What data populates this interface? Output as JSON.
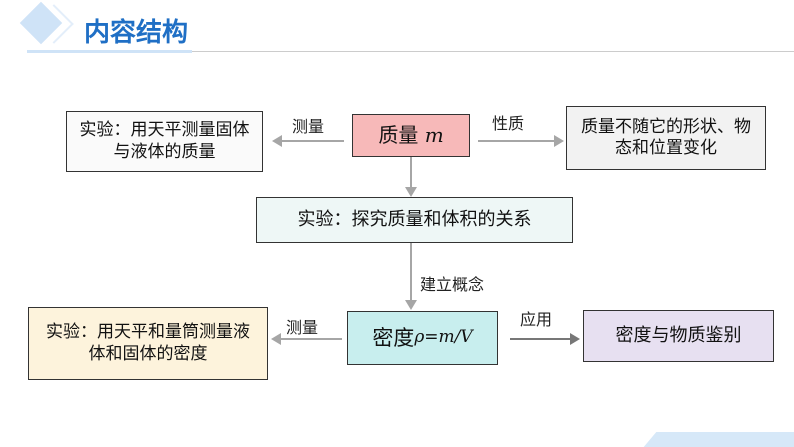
{
  "header": {
    "title": "内容结构"
  },
  "nodes": {
    "mass": {
      "label": "质量",
      "symbol": "m"
    },
    "exp_mass": "实验：用天平测量固体与液体的质量",
    "property": "质量不随它的形状、物态和位置变化",
    "explore": "实验：探究质量和体积的关系",
    "density": {
      "label": "密度",
      "formula": "ρ=m/V"
    },
    "exp_density": "实验：用天平和量筒测量液体和固体的密度",
    "identify": "密度与物质鉴别"
  },
  "edges": {
    "measure1": "测量",
    "property": "性质",
    "concept": "建立概念",
    "measure2": "测量",
    "apply": "应用"
  },
  "colors": {
    "title": "#1f6fc5",
    "mass": "#f7b9b9",
    "density": "#c8eeee",
    "explore": "#eef7f6",
    "cream": "#fdf3dc",
    "lavender": "#e7e0f1",
    "gray": "#f2f2f2"
  }
}
